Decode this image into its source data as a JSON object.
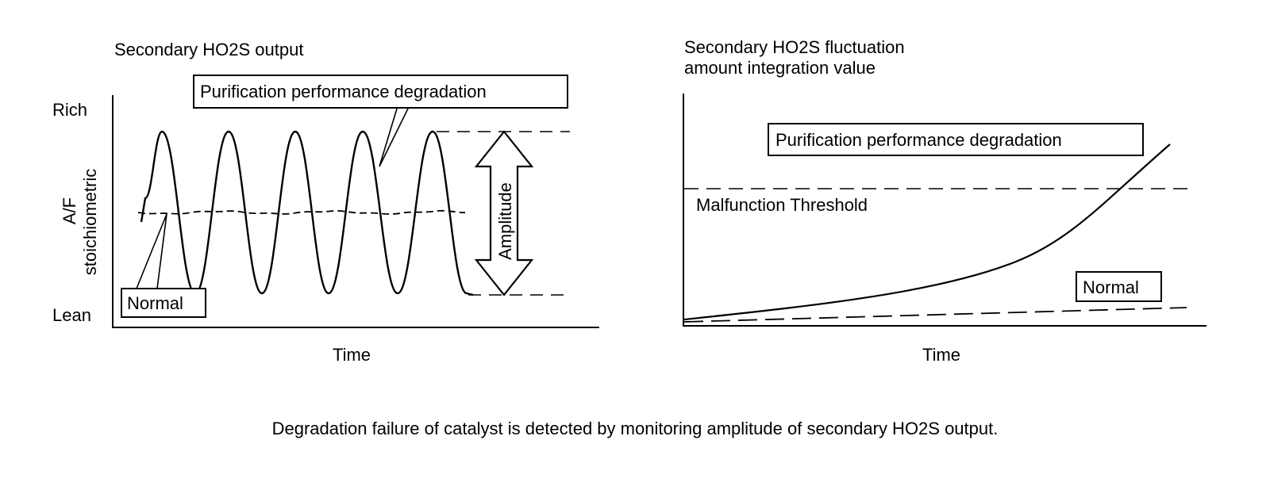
{
  "left_panel": {
    "title": "Secondary HO2S output",
    "y_top_label": "Rich",
    "y_bottom_label": "Lean",
    "y_axis_label_line1": "A/F",
    "y_axis_label_line2": "stoichiometric",
    "x_label": "Time",
    "callout_degraded": "Purification performance degradation",
    "callout_normal": "Normal",
    "amplitude_label": "Amplitude"
  },
  "right_panel": {
    "title_line1": "Secondary HO2S fluctuation",
    "title_line2": "amount integration value",
    "threshold_label": "Malfunction Threshold",
    "callout_degraded": "Purification performance degradation",
    "callout_normal": "Normal",
    "x_label": "Time"
  },
  "caption": "Degradation failure of catalyst is detected by monitoring amplitude of secondary HO2S output."
}
